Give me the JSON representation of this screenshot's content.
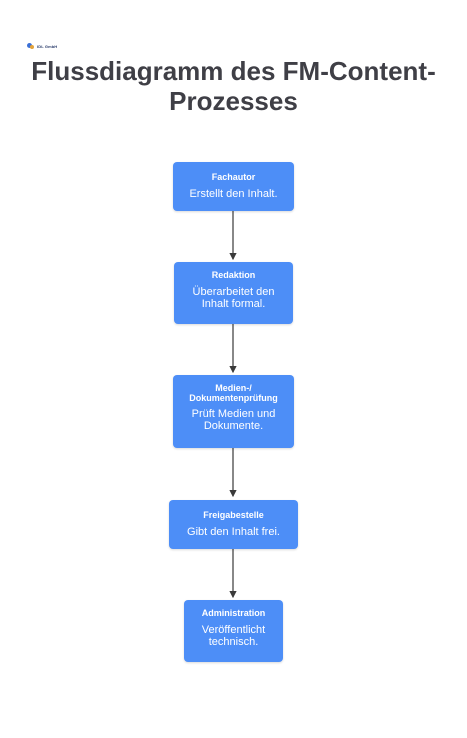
{
  "logo": {
    "text": "IDL GmbH"
  },
  "title": "Flussdiagramm des FM-Content-Prozesses",
  "nodes": [
    {
      "title": "Fachautor",
      "desc": "Erstellt den Inhalt."
    },
    {
      "title": "Redaktion",
      "desc": "Überarbeitet den Inhalt formal."
    },
    {
      "title": "Medien-/ Dokumentenprüfung",
      "desc": "Prüft Medien und Dokumente."
    },
    {
      "title": "Freigabestelle",
      "desc": "Gibt den Inhalt frei."
    },
    {
      "title": "Administration",
      "desc": "Veröffentlicht technisch."
    }
  ],
  "colors": {
    "node": "#4d8ef7",
    "arrow": "#3a3a3a",
    "title": "#3f3f46"
  }
}
